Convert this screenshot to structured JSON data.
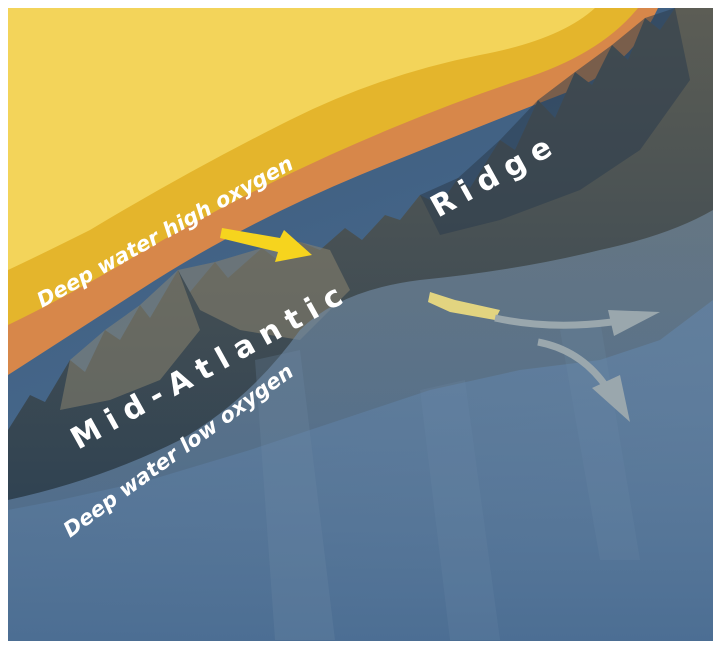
{
  "labels": {
    "high_oxygen": "Deep water high oxygen",
    "low_oxygen": "Deep water low oxygen",
    "ridge_left": "Mid-Atlantic",
    "ridge_right": "Ridge"
  },
  "colors": {
    "high_oxygen_water": "#f3d45a",
    "oxygen_band_dark": "#e4b52c",
    "sediment": "#d7874a",
    "ridge_rock": "#6d6c5c",
    "low_oxygen_water": "#4c6e93",
    "inflow_arrow": "#f6d41e",
    "outflow_arrow": "#9aa7ad",
    "label_text": "#ffffff"
  },
  "icons": {
    "inflow": "arrow-right-down-icon",
    "outflow_east": "curved-arrow-right-icon",
    "outflow_south": "curved-arrow-down-icon"
  }
}
